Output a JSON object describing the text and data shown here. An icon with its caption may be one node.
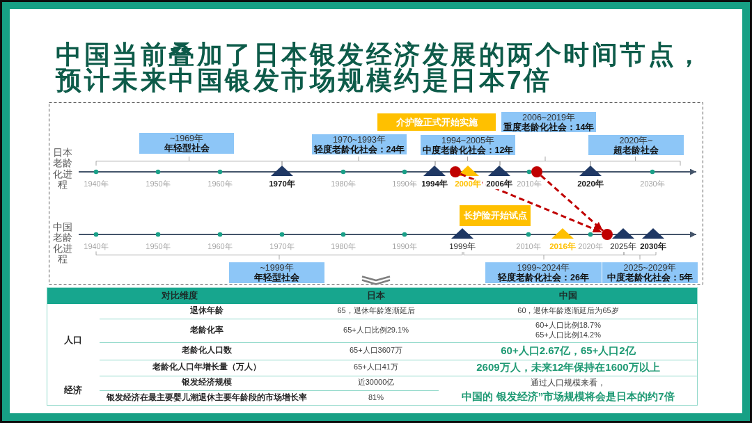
{
  "diagram": {
    "title": "中国当前叠加了日本银发经济发展的两个时间节点，预计未来中国银发市场规模约是日本7倍",
    "nodes": [
      {
        "text": [
          "介护险正式开始实施"
        ]
      },
      {
        "text": [
          "2006~2019年",
          "重度老龄化社会：14年"
        ]
      },
      {
        "text": [
          "~1969年",
          "年轻型社会"
        ]
      },
      {
        "text": [
          "1970~1993年",
          "轻度老龄化社会：24年"
        ]
      },
      {
        "text": [
          "1994~2005年",
          "中度老龄化社会：12年"
        ]
      },
      {
        "text": [
          "2020年~",
          "超老龄社会"
        ]
      },
      {
        "text": [],
        "shape": "circle"
      },
      {
        "text": [],
        "shape": "circle"
      },
      {
        "text": [
          "长护险开始试点"
        ]
      },
      {
        "text": [],
        "shape": "circle"
      },
      {
        "text": [
          "~1999年",
          "年轻型社会"
        ]
      },
      {
        "text": [
          "1999~2024年",
          "轻度老龄化社会：26年"
        ]
      },
      {
        "text": [
          "2025~2029年",
          "中度老龄化社会：5年"
        ]
      }
    ],
    "edges": [
      {
        "from": 6,
        "to": 9,
        "arrow": "to",
        "style": "dashed",
        "color": "#c00000"
      },
      {
        "from": 7,
        "to": 9,
        "arrow": "to",
        "style": "dashed",
        "color": "#c00000"
      }
    ],
    "labels": [
      "日本老龄化进程",
      "1940年",
      "1950年",
      "1960年",
      "1970年",
      "1980年",
      "1990年",
      "1994年",
      "2000年",
      "2006年",
      "2010年",
      "2020年",
      "2030年",
      "中国老龄化进程",
      "1940年",
      "1950年",
      "1960年",
      "1970年",
      "1980年",
      "1990年",
      "1999年",
      "2010年",
      "2016年",
      "2020年",
      "2025年",
      "2030年",
      "对比维度",
      "日本",
      "中国",
      "退休年龄",
      "65，退休年龄逐渐延后",
      "60，退休年龄逐渐延后为65岁",
      "人口",
      "老龄化率",
      "65+人口比例29.1%",
      "60+人口比例18.7%",
      "65+人口比例14.2%",
      "老龄化人口数",
      "65+人口3607万",
      "60+人口2.67亿，65+人口2亿",
      "老龄化人口年增长量（万人）",
      "65+人口41万",
      "2609万人，未来12年保持在1600万以上",
      "经济",
      "银发经济规模",
      "近30000亿",
      "通过人口规模来看，",
      "银发经济在最主要婴儿潮退休主要年龄段的市场增长率",
      "81%",
      "中国的 银发经济”市场规模将会是日本的约7倍"
    ]
  }
}
